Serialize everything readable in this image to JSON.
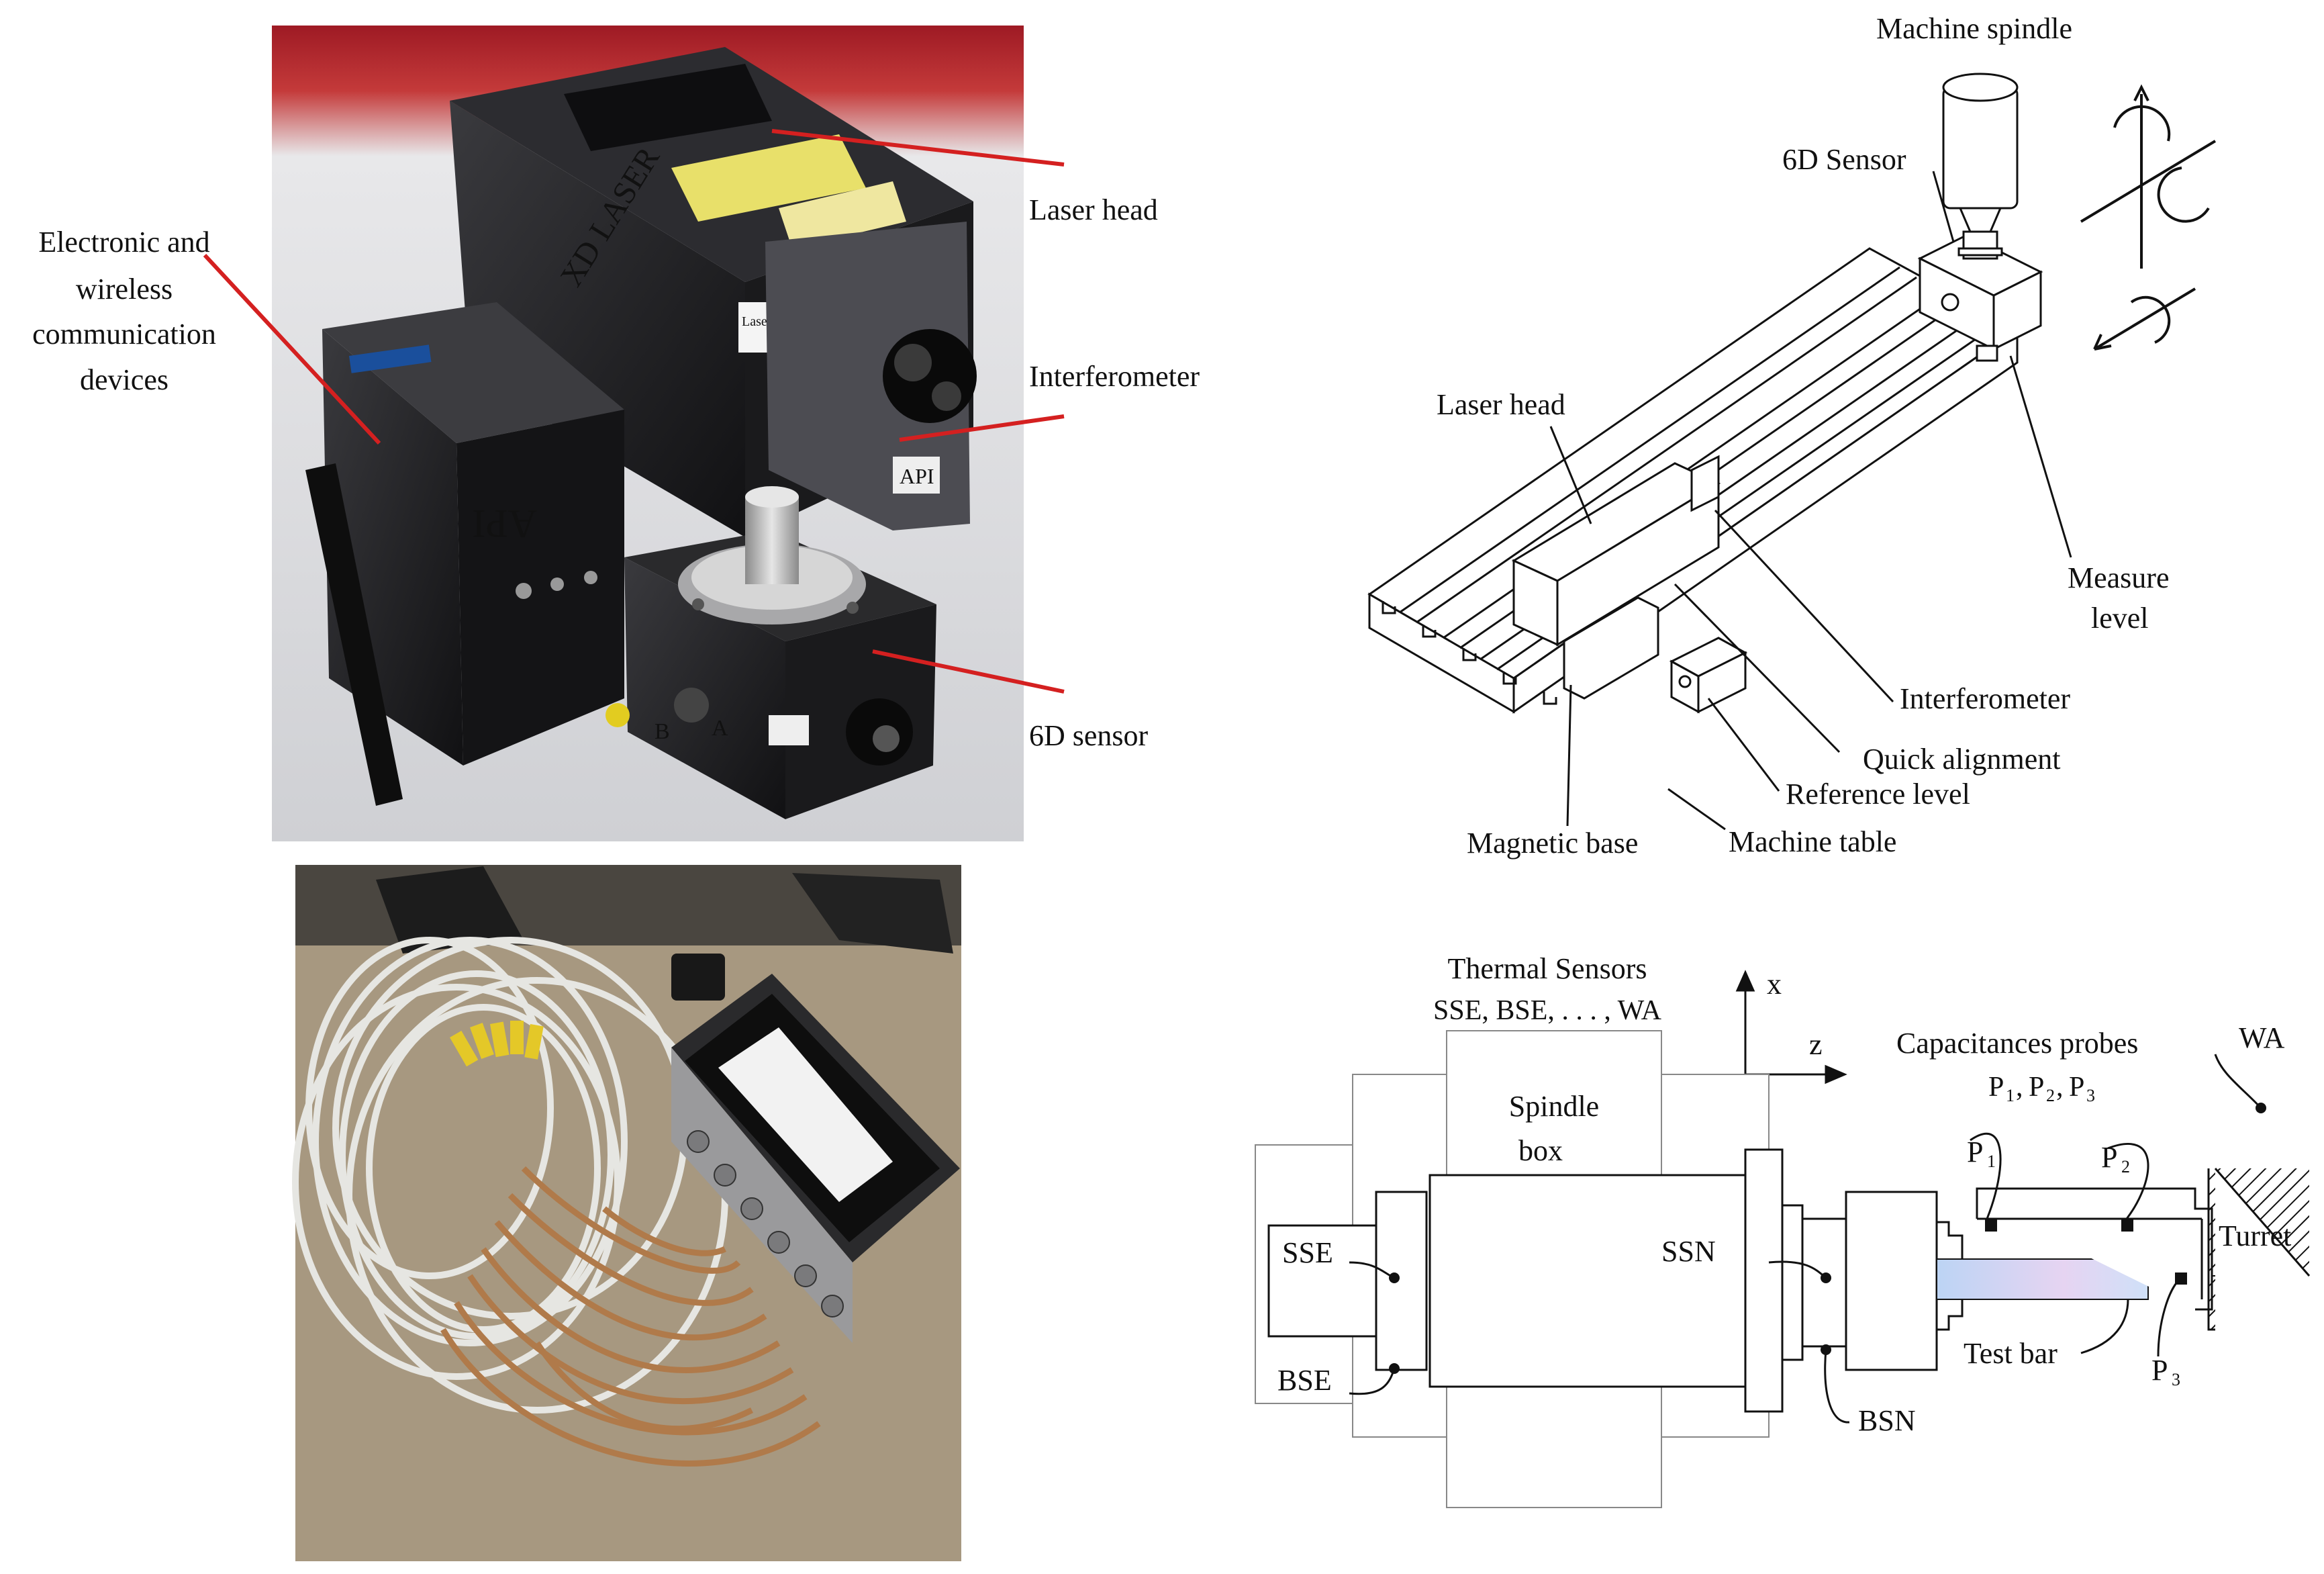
{
  "photo_laser": {
    "labels": {
      "electronic_1": "Electronic and",
      "electronic_2": "wireless",
      "electronic_3": "communication",
      "electronic_4": "devices",
      "laser_head": "Laser head",
      "interferometer": "Interferometer",
      "sensor_6d": "6D sensor"
    },
    "device_text": {
      "brand_laser": "XD LASER",
      "brand_api": "API",
      "laser_on": "Laser On",
      "port_b": "B",
      "port_a": "A"
    },
    "colors": {
      "callout": "#d42020",
      "backdrop": "#b0202a",
      "device": "#1c1c1e"
    }
  },
  "schematic": {
    "labels": {
      "machine_spindle": "Machine spindle",
      "sensor_6d": "6D Sensor",
      "laser_head": "Laser head",
      "measure_1": "Measure",
      "measure_2": "level",
      "interferometer": "Interferometer",
      "quick_alignment": "Quick alignment",
      "reference_level": "Reference level",
      "magnetic_base": "Magnetic base",
      "machine_table": "Machine table"
    }
  },
  "photo_sensors": {
    "colors": {
      "cable_white": "#e4e4e0",
      "cable_copper": "#b07a4a",
      "box": "#2a2a2c"
    }
  },
  "thermal_diagram": {
    "title_1": "Thermal Sensors",
    "title_2": "SSE, BSE, . . . , WA",
    "axis_x": "x",
    "axis_z": "z",
    "probes_title": "Capacitances probes",
    "probes_sub": {
      "p1": "P",
      "p1_idx": "1",
      "p2": "P",
      "p2_idx": "2",
      "p3": "P",
      "p3_idx": "3"
    },
    "spindle_1": "Spindle",
    "spindle_2": "box",
    "sensors": {
      "sse": "SSE",
      "bse": "BSE",
      "ssn": "SSN",
      "bsn": "BSN",
      "wa": "WA",
      "turret": "Turret",
      "test_bar": "Test bar",
      "p1": "P",
      "p1_idx": "1",
      "p2": "P",
      "p2_idx": "2",
      "p3": "P",
      "p3_idx": "3"
    }
  }
}
